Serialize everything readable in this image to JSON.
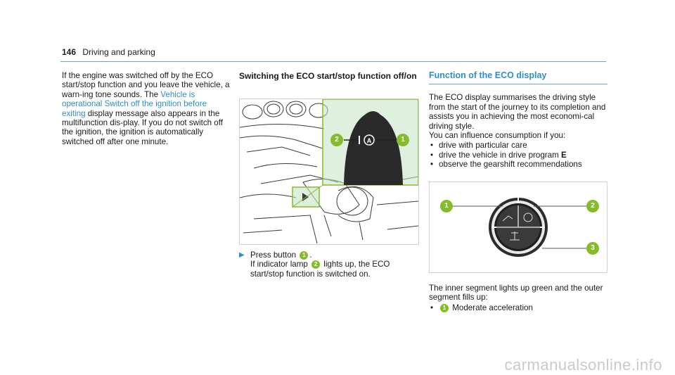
{
  "header": {
    "page_number": "146",
    "title": "Driving and parking"
  },
  "col1": {
    "p1_a": "If the engine was switched off by the ECO start/stop function and you leave the vehicle, a warn-ing tone sounds. The ",
    "p1_link": "Vehicle is operational Switch off the ignition before exiting",
    "p1_b": " display message also appears in the multifunction dis-play. If you do not switch off the ignition, the ignition is automatically switched off after one minute."
  },
  "col2": {
    "heading": "Switching the ECO start/stop function off/on",
    "step_a": "Press button ",
    "step_b": ".",
    "result_a": "If indicator lamp ",
    "result_b": " lights up, the ECO start/stop function is switched on.",
    "figure_labels": [
      "2",
      "1"
    ]
  },
  "col3": {
    "heading": "Function of the ECO display",
    "p1": "The ECO display summarises the driving style from the start of the journey to its completion and assists you in achieving the most economi-cal driving style.",
    "p2": "You can influence consumption if you:",
    "bullets": [
      "drive with particular care",
      "drive the vehicle in drive program ",
      "observe the gearshift recommendations"
    ],
    "bullet2_bold": "E",
    "figure_labels": [
      "1",
      "2",
      "3"
    ],
    "p3": "The inner segment lights up green and the outer segment fills up:",
    "bullet_last": "Moderate acceleration",
    "badge_1": "1",
    "badge_2": "2"
  },
  "watermark": "carmanualsonline.info"
}
